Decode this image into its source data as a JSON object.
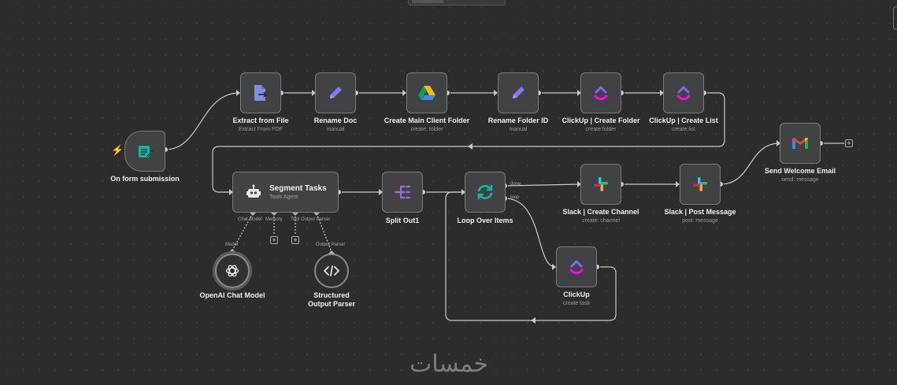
{
  "nodes": {
    "form": {
      "label": "On form submission",
      "icon": "form-icon"
    },
    "extract": {
      "label": "Extract from File",
      "sub": "Extract From PDF",
      "icon": "file-extract-icon"
    },
    "rename_doc": {
      "label": "Rename Doc",
      "sub": "manual",
      "icon": "pencil-icon"
    },
    "main_folder": {
      "label": "Create Main Client Folder",
      "sub": "create: folder",
      "icon": "google-drive-icon"
    },
    "rename_folder": {
      "label": "Rename Folder ID",
      "sub": "manual",
      "icon": "pencil-icon"
    },
    "cu_folder": {
      "label": "ClickUp | Create Folder",
      "sub": "create:folder",
      "icon": "clickup-icon"
    },
    "cu_list": {
      "label": "ClickUp | Create List",
      "sub": "create:list",
      "icon": "clickup-icon"
    },
    "segment": {
      "label": "Segment Tasks",
      "sub": "Tools Agent",
      "icon": "robot-icon"
    },
    "split": {
      "label": "Split Out1",
      "icon": "split-icon"
    },
    "loop": {
      "label": "Loop Over Items",
      "icon": "loop-icon"
    },
    "slack_channel": {
      "label": "Slack | Create Channel",
      "sub": "create: channel",
      "icon": "slack-icon"
    },
    "slack_msg": {
      "label": "Slack | Post Message",
      "sub": "post: message",
      "icon": "slack-icon"
    },
    "gmail": {
      "label": "Send Welcome Email",
      "sub": "send: message",
      "icon": "gmail-icon"
    },
    "clickup": {
      "label": "ClickUp",
      "sub": "create:task",
      "icon": "clickup-icon"
    },
    "openai": {
      "label": "OpenAI Chat Model",
      "icon": "openai-icon"
    },
    "parser": {
      "label": "Structured Output Parser",
      "icon": "code-icon"
    }
  },
  "ports": {
    "chat_model": "Chat Model",
    "memory": "Memory",
    "tool": "Tool",
    "output_parser": "Output Parser",
    "model": "Model",
    "parser_in": "Output Parser",
    "done": "done",
    "loop": "loop"
  },
  "add_symbol": "+",
  "watermark": "خمسات",
  "colors": {
    "slack_a": "#36c5f0",
    "slack_b": "#2eb67d",
    "slack_c": "#ecb22e",
    "slack_d": "#e01e5a",
    "clickup_a": "#ff02f0",
    "clickup_b": "#7b68ee",
    "clickup_c": "#49ccf9",
    "pencil": "#7b7bf2",
    "teal": "#19b3a0",
    "split": "#9b6bdc",
    "file": "#7e8fdc",
    "gmail_red": "#ea4335"
  }
}
